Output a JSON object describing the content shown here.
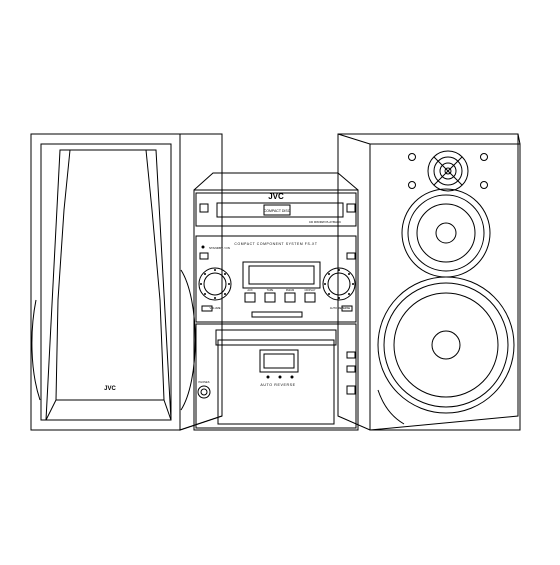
{
  "brand": {
    "logo": "JVC",
    "speaker_logo": "JVC"
  },
  "cd_unit": {
    "badge": "COMPACT DISC",
    "caption": "CD RW/RW PLAYBACK"
  },
  "amp_unit": {
    "standby_label": "STANDBY / ON",
    "system_name": "COMPACT COMPONENT SYSTEM FS-XT",
    "button_labels": [
      "AUX",
      "TAPE",
      "FM/AM",
      "CD/PLAY"
    ],
    "left_knob_label": "VOLUME",
    "right_knob_label": "AUTO REVERSE"
  },
  "deck_unit": {
    "caption": "AUTO REVERSE",
    "phones_label": "PHONES"
  },
  "colors": {
    "line": "#000000",
    "background": "#ffffff"
  }
}
